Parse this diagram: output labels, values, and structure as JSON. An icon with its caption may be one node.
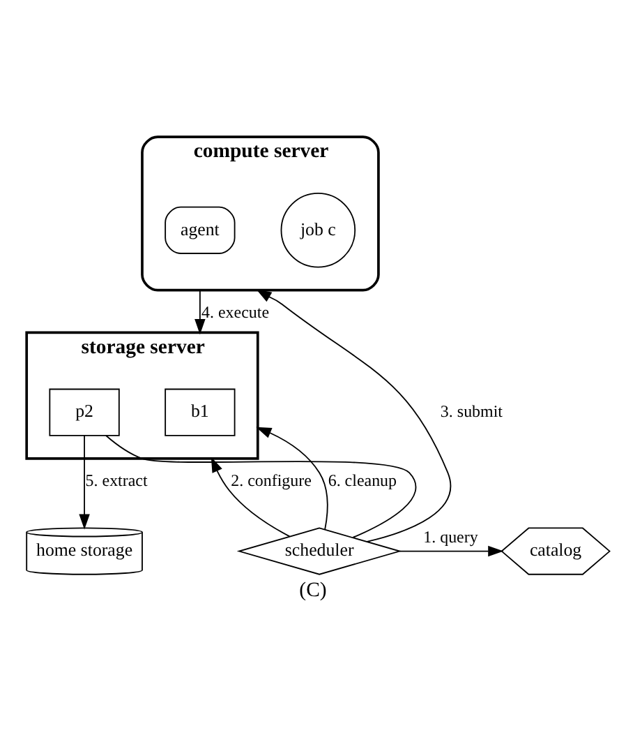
{
  "diagram": {
    "caption": "(C)",
    "nodes": [
      {
        "text": [
          "compute server"
        ]
      },
      {
        "text": [
          "job c"
        ],
        "in": 0
      },
      {
        "text": [
          "agent"
        ],
        "in": 0
      },
      {
        "text": [
          "storage server"
        ]
      },
      {
        "text": [
          "b1"
        ],
        "in": 3
      },
      {
        "text": [
          "p2"
        ],
        "in": 3
      },
      {
        "text": [
          "scheduler"
        ]
      },
      {
        "text": [
          "catalog"
        ]
      },
      {
        "text": [
          "home storage"
        ]
      }
    ],
    "edges": [
      {
        "from": 6,
        "to": 0,
        "arrow": "to",
        "label": "3. submit"
      },
      {
        "from": 0,
        "to": 3,
        "arrow": "to",
        "label": "4. execute"
      },
      {
        "from": 6,
        "to": 3,
        "arrow": "to",
        "label": "2. configure"
      },
      {
        "from": 6,
        "to": 3,
        "arrow": "to",
        "label": "6. cleanup"
      },
      {
        "from": 5,
        "to": 8,
        "arrow": "to",
        "label": "5. extract"
      },
      {
        "from": 6,
        "to": 5,
        "arrow": "none"
      },
      {
        "from": 6,
        "to": 7,
        "arrow": "to",
        "label": "1. query"
      }
    ]
  }
}
